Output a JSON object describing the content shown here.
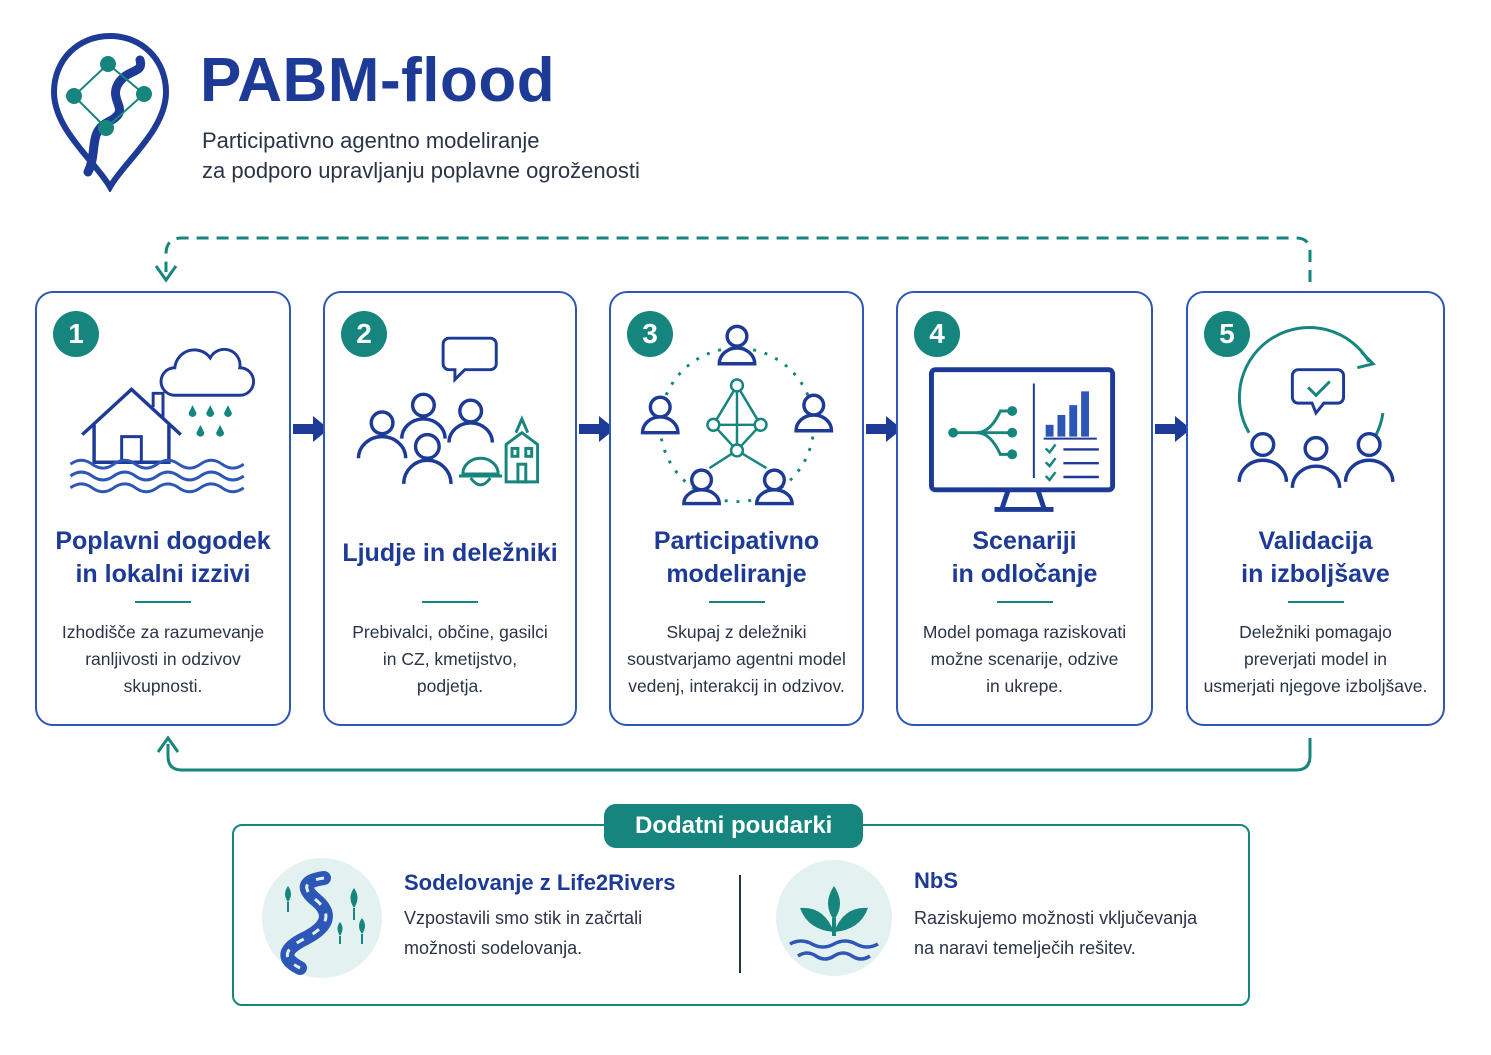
{
  "header": {
    "title": "PABM-flood",
    "subtitle_line1": "Participativno agentno modeliranje",
    "subtitle_line2": "za podporo upravljanju poplavne ogroženosti"
  },
  "colors": {
    "primary_blue": "#1d3a97",
    "card_border": "#2d57b6",
    "teal": "#16857e"
  },
  "steps": [
    {
      "number": "1",
      "title_line1": "Poplavni dogodek",
      "title_line2": "in lokalni izzivi",
      "desc_line1": "Izhodišče za razumevanje",
      "desc_line2": "ranljivosti in odzivov",
      "desc_line3": "skupnosti.",
      "icon": "flooded-house-icon"
    },
    {
      "number": "2",
      "title_line1": "Ljudje in deležniki",
      "title_line2": "",
      "desc_line1": "Prebivalci, občine, gasilci",
      "desc_line2": "in CZ, kmetijstvo,",
      "desc_line3": "podjetja.",
      "icon": "stakeholders-icon"
    },
    {
      "number": "3",
      "title_line1": "Participativno",
      "title_line2": "modeliranje",
      "desc_line1": "Skupaj z deležniki",
      "desc_line2": "soustvarjamo agentni model",
      "desc_line3": "vedenj, interakcij in odzivov.",
      "icon": "network-icon"
    },
    {
      "number": "4",
      "title_line1": "Scenariji",
      "title_line2": "in odločanje",
      "desc_line1": "Model pomaga raziskovati",
      "desc_line2": "možne scenarije, odzive",
      "desc_line3": "in ukrepe.",
      "icon": "monitor-chart-icon"
    },
    {
      "number": "5",
      "title_line1": "Validacija",
      "title_line2": "in izboljšave",
      "desc_line1": "Deležniki pomagajo",
      "desc_line2": "preverjati model in",
      "desc_line3": "usmerjati njegove izboljšave.",
      "icon": "validation-group-icon"
    }
  ],
  "highlights": {
    "label": "Dodatni poudarki",
    "items": [
      {
        "title": "Sodelovanje z Life2Rivers",
        "text_line1": "Vzpostavili smo stik in začrtali",
        "text_line2": "možnosti sodelovanja.",
        "icon": "river-trees-icon"
      },
      {
        "title": "NbS",
        "text_line1": "Raziskujemo možnosti vključevanja",
        "text_line2": "na naravi temelječih rešitev.",
        "icon": "plant-water-icon"
      }
    ]
  }
}
